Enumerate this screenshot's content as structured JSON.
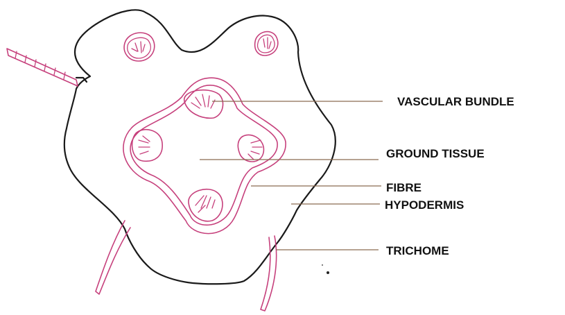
{
  "diagram": {
    "labels": {
      "vascular_bundle": "VASCULAR BUNDLE",
      "ground_tissue": "GROUND TISSUE",
      "fibre": "FIBRE",
      "hypodermis": "HYPODERMIS",
      "trichome": "TRICHOME"
    }
  },
  "colors": {
    "outline": "#1a1a1a",
    "tissue_lines": "#c6407c",
    "leader_lines": "#8a6a52",
    "text": "#111111"
  }
}
